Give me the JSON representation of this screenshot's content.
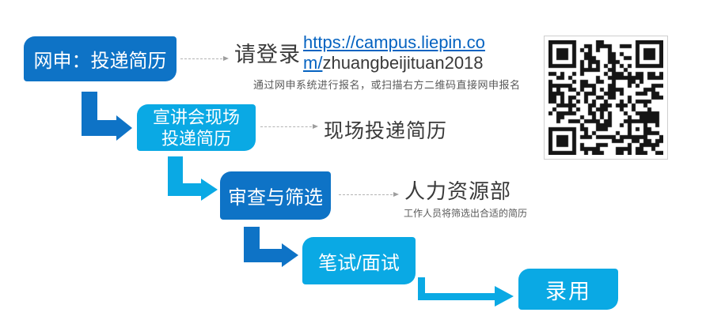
{
  "palette": {
    "dark_blue": "#0e73c6",
    "cyan": "#0aa9e4",
    "link_blue": "#0563c1",
    "text_dark": "#3a3a3a",
    "text_gray": "#595959"
  },
  "steps": [
    {
      "label": "网申：投递简历"
    },
    {
      "label_line1": "宣讲会现场",
      "label_line2": "投递简历"
    },
    {
      "label": "审查与筛选"
    },
    {
      "label": "笔试/面试"
    },
    {
      "label": "录用"
    }
  ],
  "annotations": {
    "online": {
      "prefix": "请登录",
      "url_line1": "https://campus.liepin.co",
      "url_line2_link": "m/",
      "url_line2_rest": "zhuangbeijituan2018",
      "note": "通过网申系统进行报名，或扫描右方二维码直接网申报名"
    },
    "onsite": {
      "title": "现场投递简历"
    },
    "screening": {
      "title": "人力资源部",
      "note": "工作人员将筛选出合适的简历"
    }
  }
}
